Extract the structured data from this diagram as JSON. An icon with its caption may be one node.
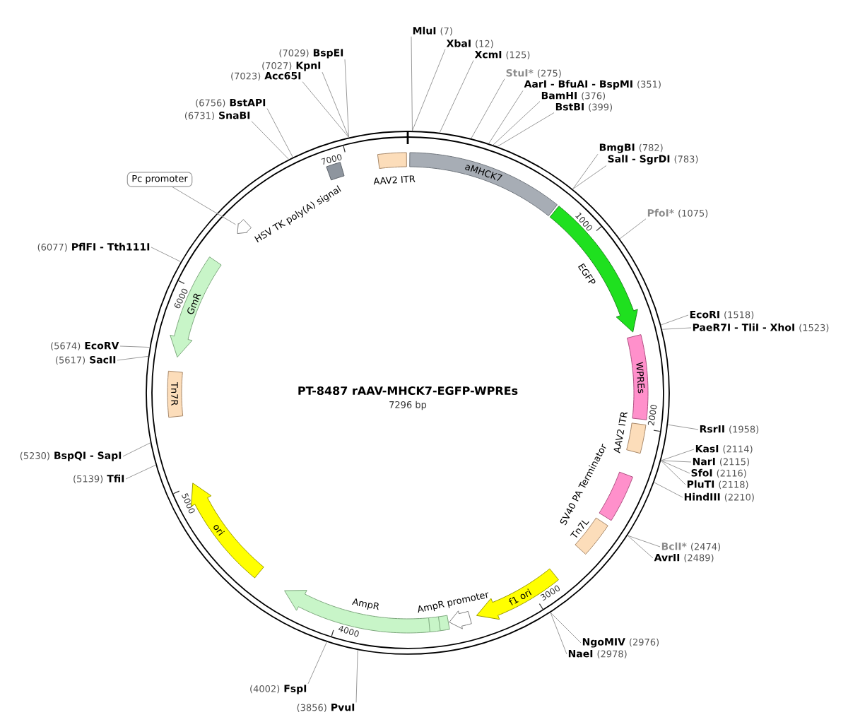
{
  "diagram": {
    "title": "PT-8487 rAAV-MHCK7-EGFP-WPREs",
    "nodes": [
      {
        "text": [],
        "shape": "circle"
      },
      {
        "text": [
          "aMHCK7"
        ],
        "in": 0
      },
      {
        "text": [
          "EGFP"
        ],
        "in": 0
      },
      {
        "text": [
          "WPREs"
        ],
        "in": 0
      },
      {
        "text": [
          "AAV2 ITR"
        ],
        "in": 0
      },
      {
        "text": [
          "SV40 PA Terminator"
        ],
        "in": 0
      },
      {
        "text": [
          "Tn7L"
        ],
        "in": 0
      },
      {
        "text": [
          "f1 ori"
        ],
        "in": 0
      },
      {
        "text": [
          "AmpR promoter"
        ],
        "in": 0
      },
      {
        "text": [
          "AmpR"
        ],
        "in": 0
      },
      {
        "text": [
          "ori"
        ],
        "in": 0
      },
      {
        "text": [
          "Tn7R"
        ],
        "in": 0
      },
      {
        "text": [
          "GmR"
        ],
        "in": 0
      },
      {
        "text": [],
        "shape": "arrow",
        "in": 0
      },
      {
        "text": [
          "HSV TK poly(A) signal"
        ],
        "in": 0
      },
      {
        "text": [
          "AAV2 ITR"
        ],
        "in": 0
      },
      {
        "text": [
          "Pc promoter"
        ]
      },
      {
        "text": [
          "MluI",
          "(7)"
        ]
      },
      {
        "text": [
          "XbaI",
          "(12)"
        ]
      },
      {
        "text": [
          "XcmI",
          "(125)"
        ]
      },
      {
        "text": [
          "StuI*",
          "(275)"
        ]
      },
      {
        "text": [
          "AarI - BfuAI - BspMI",
          "(351)"
        ]
      },
      {
        "text": [
          "BamHI",
          "(376)"
        ]
      },
      {
        "text": [
          "BstBI",
          "(399)"
        ]
      },
      {
        "text": [
          "BmgBI",
          "(782)"
        ]
      },
      {
        "text": [
          "SalI - SgrDI",
          "(783)"
        ]
      },
      {
        "text": [
          "PfoI*",
          "(1075)"
        ]
      },
      {
        "text": [
          "EcoRI",
          "(1518)"
        ]
      },
      {
        "text": [
          "PaeR7I - TliI - XhoI",
          "(1523)"
        ]
      },
      {
        "text": [
          "RsrII",
          "(1958)"
        ]
      },
      {
        "text": [
          "KasI",
          "(2114)"
        ]
      },
      {
        "text": [
          "NarI",
          "(2115)"
        ]
      },
      {
        "text": [
          "SfoI",
          "(2116)"
        ]
      },
      {
        "text": [
          "PluTI",
          "(2118)"
        ]
      },
      {
        "text": [
          "HindIII",
          "(2210)"
        ]
      },
      {
        "text": [
          "BclI*",
          "(2474)"
        ]
      },
      {
        "text": [
          "AvrII",
          "(2489)"
        ]
      },
      {
        "text": [
          "NgoMIV",
          "(2976)"
        ]
      },
      {
        "text": [
          "NaeI",
          "(2978)"
        ]
      },
      {
        "text": [
          "(3856)",
          "PvuI"
        ]
      },
      {
        "text": [
          "(4002)",
          "FspI"
        ]
      },
      {
        "text": [
          "(5139)",
          "TfiI"
        ]
      },
      {
        "text": [
          "(5230)",
          "BspQI - SapI"
        ]
      },
      {
        "text": [
          "(5617)",
          "SacII"
        ]
      },
      {
        "text": [
          "(5674)",
          "EcoRV"
        ]
      },
      {
        "text": [
          "(6077)",
          "PflFI - Tth111I"
        ]
      },
      {
        "text": [
          "(6731)",
          "SnaBI"
        ]
      },
      {
        "text": [
          "(6756)",
          "BstAPI"
        ]
      },
      {
        "text": [
          "(7023)",
          "Acc65I"
        ]
      },
      {
        "text": [
          "(7027)",
          "KpnI"
        ]
      },
      {
        "text": [
          "(7029)",
          "BspEI"
        ]
      }
    ],
    "edges": [
      {
        "from": 16,
        "to": 13,
        "arrow": "none"
      },
      {
        "from": 17,
        "to": 0,
        "arrow": "none"
      },
      {
        "from": 18,
        "to": 0,
        "arrow": "none"
      },
      {
        "from": 19,
        "to": 0,
        "arrow": "none"
      },
      {
        "from": 20,
        "to": 0,
        "arrow": "none"
      },
      {
        "from": 21,
        "to": 0,
        "arrow": "none"
      },
      {
        "from": 22,
        "to": 0,
        "arrow": "none"
      },
      {
        "from": 23,
        "to": 0,
        "arrow": "none"
      },
      {
        "from": 24,
        "to": 0,
        "arrow": "none"
      },
      {
        "from": 25,
        "to": 0,
        "arrow": "none"
      },
      {
        "from": 26,
        "to": 0,
        "arrow": "none"
      },
      {
        "from": 27,
        "to": 0,
        "arrow": "none"
      },
      {
        "from": 28,
        "to": 0,
        "arrow": "none"
      },
      {
        "from": 29,
        "to": 0,
        "arrow": "none"
      },
      {
        "from": 30,
        "to": 0,
        "arrow": "none"
      },
      {
        "from": 31,
        "to": 0,
        "arrow": "none"
      },
      {
        "from": 32,
        "to": 0,
        "arrow": "none"
      },
      {
        "from": 33,
        "to": 0,
        "arrow": "none"
      },
      {
        "from": 34,
        "to": 0,
        "arrow": "none"
      },
      {
        "from": 35,
        "to": 0,
        "arrow": "none"
      },
      {
        "from": 36,
        "to": 0,
        "arrow": "none"
      },
      {
        "from": 37,
        "to": 0,
        "arrow": "none"
      },
      {
        "from": 38,
        "to": 0,
        "arrow": "none"
      },
      {
        "from": 39,
        "to": 0,
        "arrow": "none"
      },
      {
        "from": 40,
        "to": 0,
        "arrow": "none"
      },
      {
        "from": 41,
        "to": 0,
        "arrow": "none"
      },
      {
        "from": 42,
        "to": 0,
        "arrow": "none"
      },
      {
        "from": 43,
        "to": 0,
        "arrow": "none"
      },
      {
        "from": 44,
        "to": 0,
        "arrow": "none"
      },
      {
        "from": 45,
        "to": 0,
        "arrow": "none"
      },
      {
        "from": 46,
        "to": 0,
        "arrow": "none"
      },
      {
        "from": 47,
        "to": 0,
        "arrow": "none"
      },
      {
        "from": 48,
        "to": 0,
        "arrow": "none"
      },
      {
        "from": 49,
        "to": 0,
        "arrow": "none"
      },
      {
        "from": 50,
        "to": 0,
        "arrow": "none"
      }
    ],
    "labels": [
      "7296 bp",
      "1000",
      "2000",
      "3000",
      "4000",
      "5000",
      "6000",
      "7000"
    ]
  }
}
